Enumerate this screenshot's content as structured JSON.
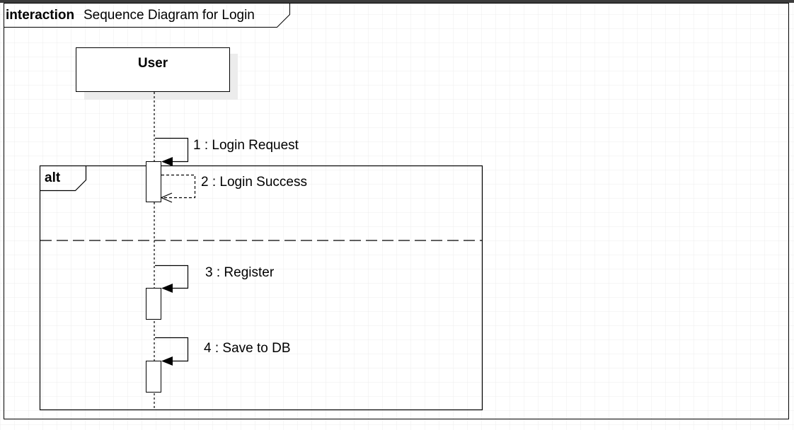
{
  "frame": {
    "keyword": "interaction",
    "title": "Sequence Diagram for Login"
  },
  "lifeline": {
    "name": "User"
  },
  "fragment": {
    "operator": "alt"
  },
  "messages": [
    {
      "label": "1 : Login Request",
      "kind": "synchronous"
    },
    {
      "label": "2 : Login Success",
      "kind": "reply"
    },
    {
      "label": "3 : Register",
      "kind": "synchronous"
    },
    {
      "label": "4 : Save to DB",
      "kind": "synchronous"
    }
  ],
  "colors": {
    "line": "#000000",
    "grid": "#e8e8e8",
    "top_bar": "#3c3c3c",
    "shadow": "#ececec"
  }
}
